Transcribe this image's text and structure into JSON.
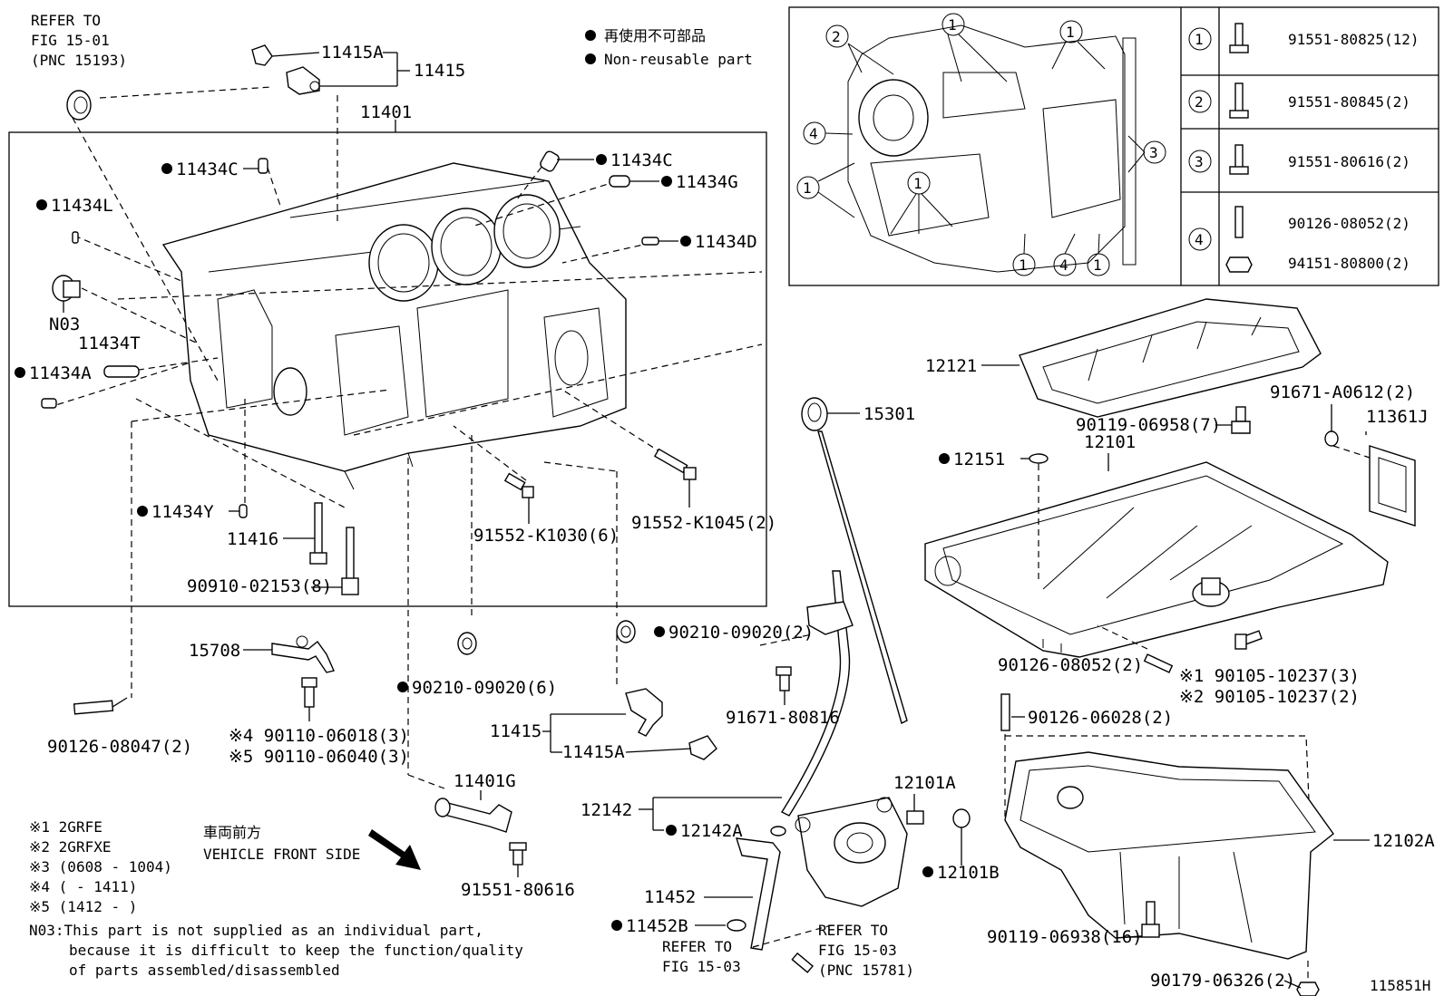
{
  "refs": {
    "top_left": [
      "REFER TO",
      "FIG 15-01",
      "(PNC 15193)"
    ],
    "bottom_mid_a": [
      "REFER TO",
      "FIG 15-03"
    ],
    "bottom_mid_b": [
      "REFER TO",
      "FIG 15-03",
      "(PNC 15781)"
    ]
  },
  "legend": {
    "jp": "再使用不可部品",
    "en": "Non-reusable part"
  },
  "labels": {
    "p11401": "11401",
    "p11415A_top": "11415A",
    "p11415_top": "11415",
    "p11434C_l": "11434C",
    "p11434C_r": "11434C",
    "p11434G": "11434G",
    "p11434L": "11434L",
    "p11434D": "11434D",
    "pN03": "N03",
    "p11434T": "11434T",
    "p11434A": "11434A",
    "p11434Y": "11434Y",
    "p11416": "11416",
    "p90910": "90910-02153(8)",
    "p91552_1030": "91552-K1030(6)",
    "p91552_1045": "91552-K1045(2)",
    "p15708": "15708",
    "p90210_r": "90210-09020(2)",
    "p90210_m": "90210-09020(6)",
    "p90110_4": "※4 90110-06018(3)",
    "p90110_5": "※5 90110-06040(3)",
    "p90126_08047": "90126-08047(2)",
    "p11415_bot": "11415",
    "p11415A_bot": "11415A",
    "p11401G": "11401G",
    "p91551_80616_b": "91551-80616",
    "p91671_80816": "91671-80816",
    "p12142": "12142",
    "p12142A": "12142A",
    "p11452": "11452",
    "p11452B": "11452B",
    "p15301": "15301",
    "p12121": "12121",
    "p90119_06958": "90119-06958(7)",
    "p91671_A0612": "91671-A0612(2)",
    "p11361J": "11361J",
    "p12151": "12151",
    "p12101": "12101",
    "p90126_08052_b": "90126-08052(2)",
    "p90105_1": "※1 90105-10237(3)",
    "p90105_2": "※2 90105-10237(2)",
    "p90126_06028": "90126-06028(2)",
    "p12101A": "12101A",
    "p12101B": "12101B",
    "p12102A": "12102A",
    "p90119_06938": "90119-06938(16)",
    "p90179_06326": "90179-06326(2)",
    "catalog": "115851H"
  },
  "inset_table": [
    {
      "num": "1",
      "parts": [
        "91551-80825(12)"
      ]
    },
    {
      "num": "2",
      "parts": [
        "91551-80845(2)"
      ]
    },
    {
      "num": "3",
      "parts": [
        "91551-80616(2)"
      ]
    },
    {
      "num": "4",
      "parts": [
        "90126-08052(2)",
        "94151-80800(2)"
      ]
    }
  ],
  "inset_callouts": [
    "2",
    "1",
    "1",
    "4",
    "1",
    "1",
    "3",
    "1",
    "4",
    "1"
  ],
  "front_side": {
    "jp": "車両前方",
    "en": "VEHICLE FRONT SIDE"
  },
  "notes": [
    "※1 2GRFE",
    "※2 2GRFXE",
    "※3 (0608 - 1004)",
    "※4 (      - 1411)",
    "※5 (1412 -      )"
  ],
  "n03_note": [
    "N03:This part is not supplied as an individual part,",
    "because it is difficult to keep the function/quality",
    "of parts assembled/disassembled"
  ]
}
